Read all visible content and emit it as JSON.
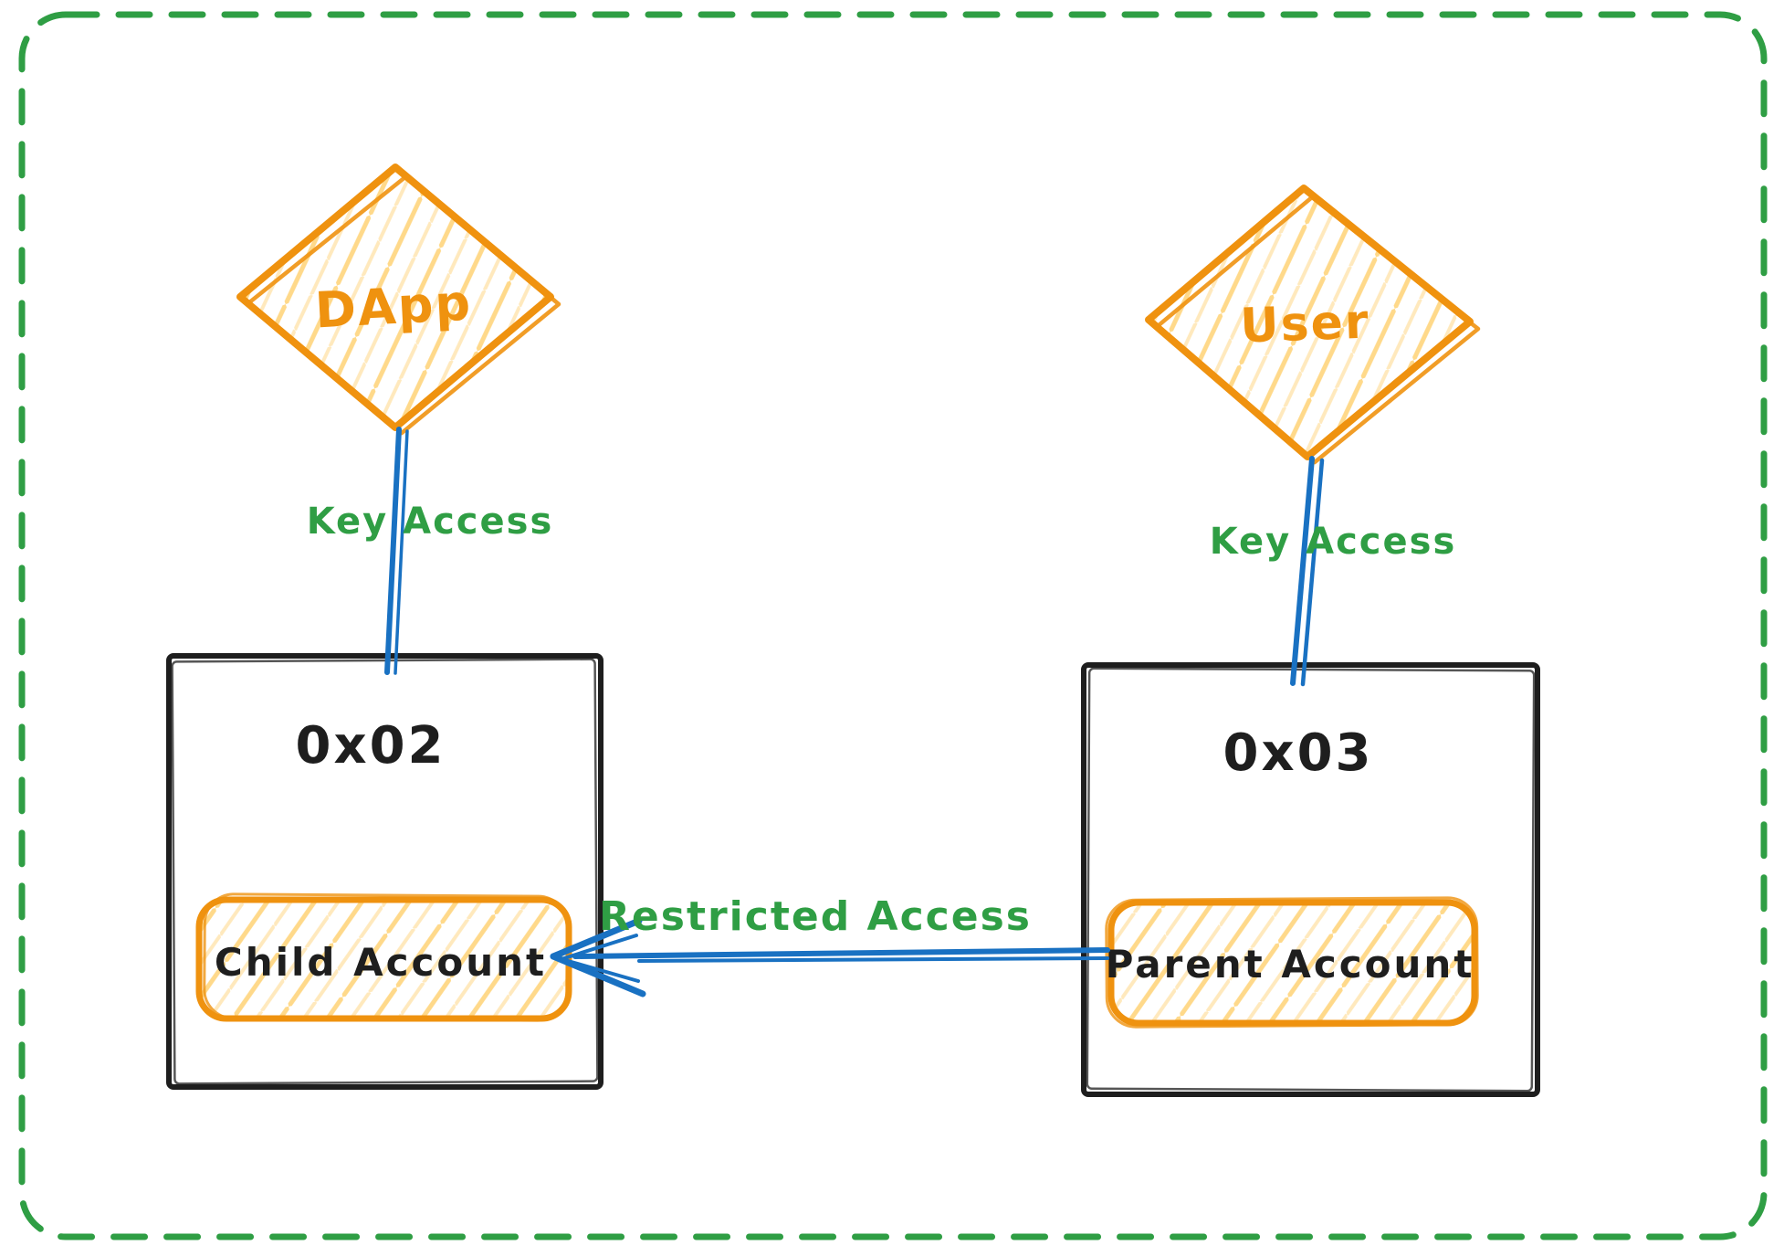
{
  "colors": {
    "orange_stroke": "#ef920f",
    "orange_hatch": "#ffd98a",
    "orange_hatch_light": "#ffe9bd",
    "blue": "#1971c2",
    "green": "#2f9e44",
    "ink": "#1e1e1e",
    "background": "#ffffff"
  },
  "nodes": {
    "dapp": {
      "shape": "diamond",
      "label": "DApp"
    },
    "user": {
      "shape": "diamond",
      "label": "User"
    },
    "left_box": {
      "label": "0x02",
      "inner_account": {
        "label": "Child Account"
      }
    },
    "right_box": {
      "label": "0x03",
      "inner_account": {
        "label": "Parent Account"
      }
    }
  },
  "edges": {
    "dapp_to_left_box": {
      "label": "Key Access"
    },
    "user_to_right_box": {
      "label": "Key Access"
    },
    "parent_to_child": {
      "label": "Restricted Access",
      "direction": "right-to-left"
    }
  }
}
